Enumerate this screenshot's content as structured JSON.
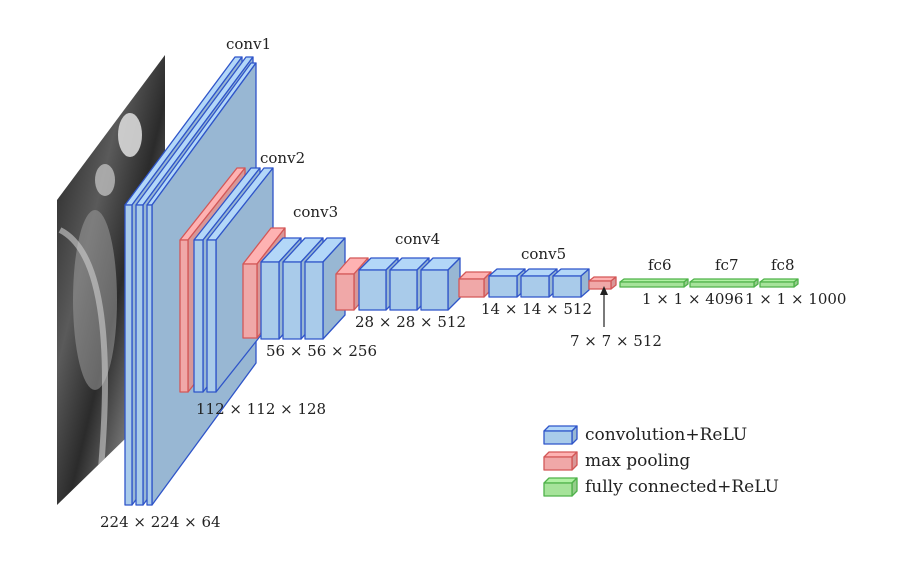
{
  "diagram": {
    "layers": [
      {
        "id": "conv1",
        "label": "conv1",
        "type": "conv"
      },
      {
        "id": "conv2",
        "label": "conv2",
        "type": "conv"
      },
      {
        "id": "conv3",
        "label": "conv3",
        "type": "conv"
      },
      {
        "id": "conv4",
        "label": "conv4",
        "type": "conv"
      },
      {
        "id": "conv5",
        "label": "conv5",
        "type": "conv"
      },
      {
        "id": "fc6",
        "label": "fc6",
        "type": "fc"
      },
      {
        "id": "fc7",
        "label": "fc7",
        "type": "fc"
      },
      {
        "id": "fc8",
        "label": "fc8",
        "type": "fc"
      }
    ],
    "dimensions": {
      "d224": "224 × 224 × 64",
      "d112": "112 × 112 × 128",
      "d56": "56 × 56 × 256",
      "d28": "28 × 28 × 512",
      "d14": "14 × 14 × 512",
      "d7": "7 × 7 × 512",
      "fc67": "1 × 1 × 4096",
      "fc8": "1 × 1 × 1000"
    },
    "legend": [
      {
        "label": "convolution+ReLU",
        "color": "#a9cbea",
        "stroke": "#2f55c9"
      },
      {
        "label": "max pooling",
        "color": "#f0a8a8",
        "stroke": "#d35757"
      },
      {
        "label": "fully connected+ReLU",
        "color": "#a6e39a",
        "stroke": "#4fb24a"
      }
    ],
    "colors": {
      "conv_fill": "#a9cbea",
      "conv_stroke": "#2f55c9",
      "pool_fill": "#f0a8a8",
      "pool_stroke": "#d35757",
      "fc_fill": "#a6e39a",
      "fc_stroke": "#4fb24a"
    }
  }
}
